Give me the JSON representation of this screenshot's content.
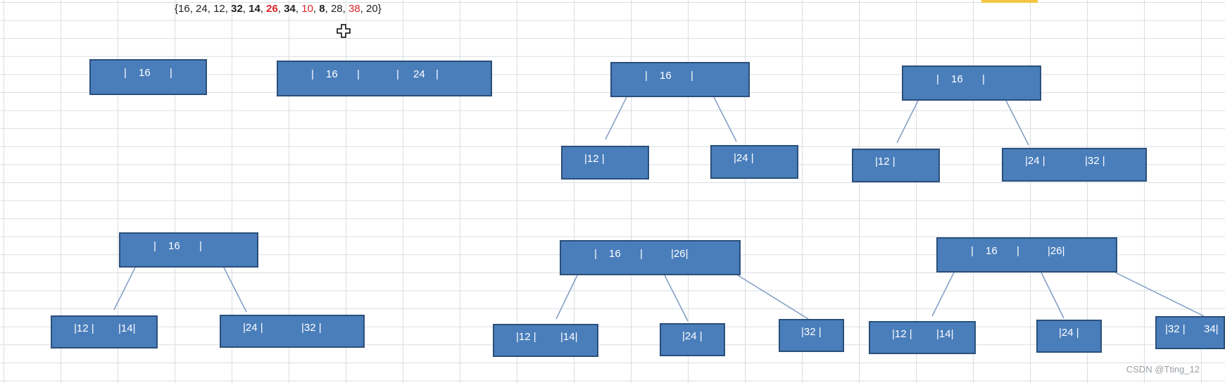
{
  "sequence": {
    "open": "{",
    "close": "}",
    "items": [
      {
        "text": "16",
        "style": "normal"
      },
      {
        "text": "24",
        "style": "normal"
      },
      {
        "text": "12",
        "style": "normal"
      },
      {
        "text": "32",
        "style": "bold"
      },
      {
        "text": "14",
        "style": "bold"
      },
      {
        "text": "26",
        "style": "red-bold"
      },
      {
        "text": "34",
        "style": "bold"
      },
      {
        "text": "10",
        "style": "red"
      },
      {
        "text": "8",
        "style": "bold"
      },
      {
        "text": "28",
        "style": "normal"
      },
      {
        "text": "38",
        "style": "red"
      },
      {
        "text": "20",
        "style": "normal"
      }
    ]
  },
  "diagrams": {
    "d1_root": {
      "k1": "|",
      "v1": "16",
      "k2": "|"
    },
    "d2_root": {
      "k1": "|",
      "v1": "16",
      "k2": "|",
      "k3": "|",
      "v2": "24",
      "k4": "|"
    },
    "d3_root": {
      "k1": "|",
      "v1": "16",
      "k2": "|"
    },
    "d3_left": "|12 |",
    "d3_right": "|24 |",
    "d4_root": {
      "k1": "|",
      "v1": "16",
      "k2": "|"
    },
    "d4_left": "|12 |",
    "d4_right_a": "|24 |",
    "d4_right_b": "|32 |",
    "d5_root": {
      "k1": "|",
      "v1": "16",
      "k2": "|"
    },
    "d5_left_a": "|12 |",
    "d5_left_b": "|14|",
    "d5_right_a": "|24 |",
    "d5_right_b": "|32 |",
    "d6_root": {
      "k1": "|",
      "v1": "16",
      "k2": "|",
      "v2": "|26|"
    },
    "d6_left_a": "|12 |",
    "d6_left_b": "|14|",
    "d6_mid": "|24 |",
    "d6_right": "|32 |",
    "d7_root": {
      "k1": "|",
      "v1": "16",
      "k2": "|",
      "v2": "|26|"
    },
    "d7_left_a": "|12 |",
    "d7_left_b": "|14|",
    "d7_mid": "|24 |",
    "d7_right_a": "|32 |",
    "d7_right_b": "34|"
  },
  "watermark": "CSDN @Tting_12",
  "colors": {
    "node_fill": "#4a7ebb",
    "node_border": "#2b4f7a",
    "line": "#7f9cc4",
    "highlight_red": "#d9262b"
  }
}
